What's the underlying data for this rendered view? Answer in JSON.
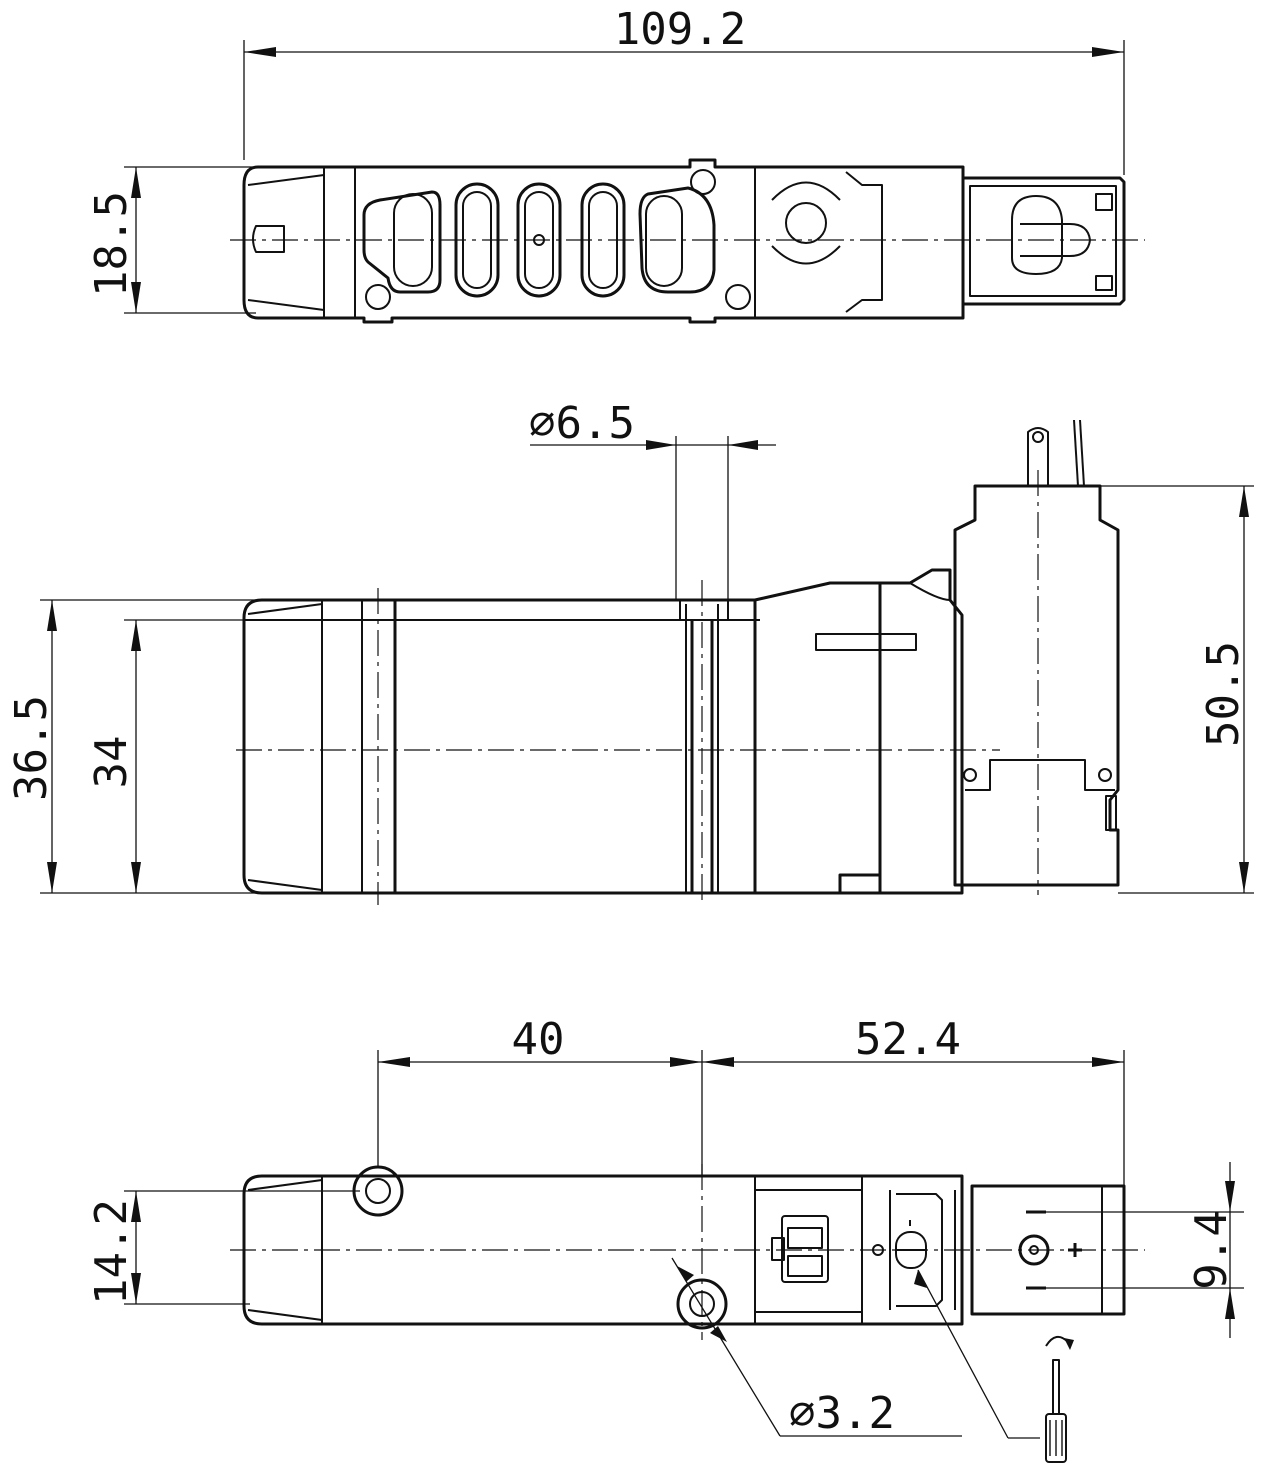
{
  "dimensions": {
    "top_length": "109.2",
    "top_height": "18.5",
    "side_hole_diameter": "⌀6.5",
    "side_height_outer": "36.5",
    "side_height_inner": "34",
    "side_total_height": "50.5",
    "bottom_span_left": "40",
    "bottom_span_right": "52.4",
    "bottom_height": "14.2",
    "bottom_connector_height": "9.4",
    "bottom_hole_diameter": "⌀3.2"
  },
  "colors": {
    "line": "#111111",
    "background": "#ffffff"
  },
  "icons": {
    "tool": "screwdriver-icon",
    "rotation": "rotate-arrow-icon"
  }
}
